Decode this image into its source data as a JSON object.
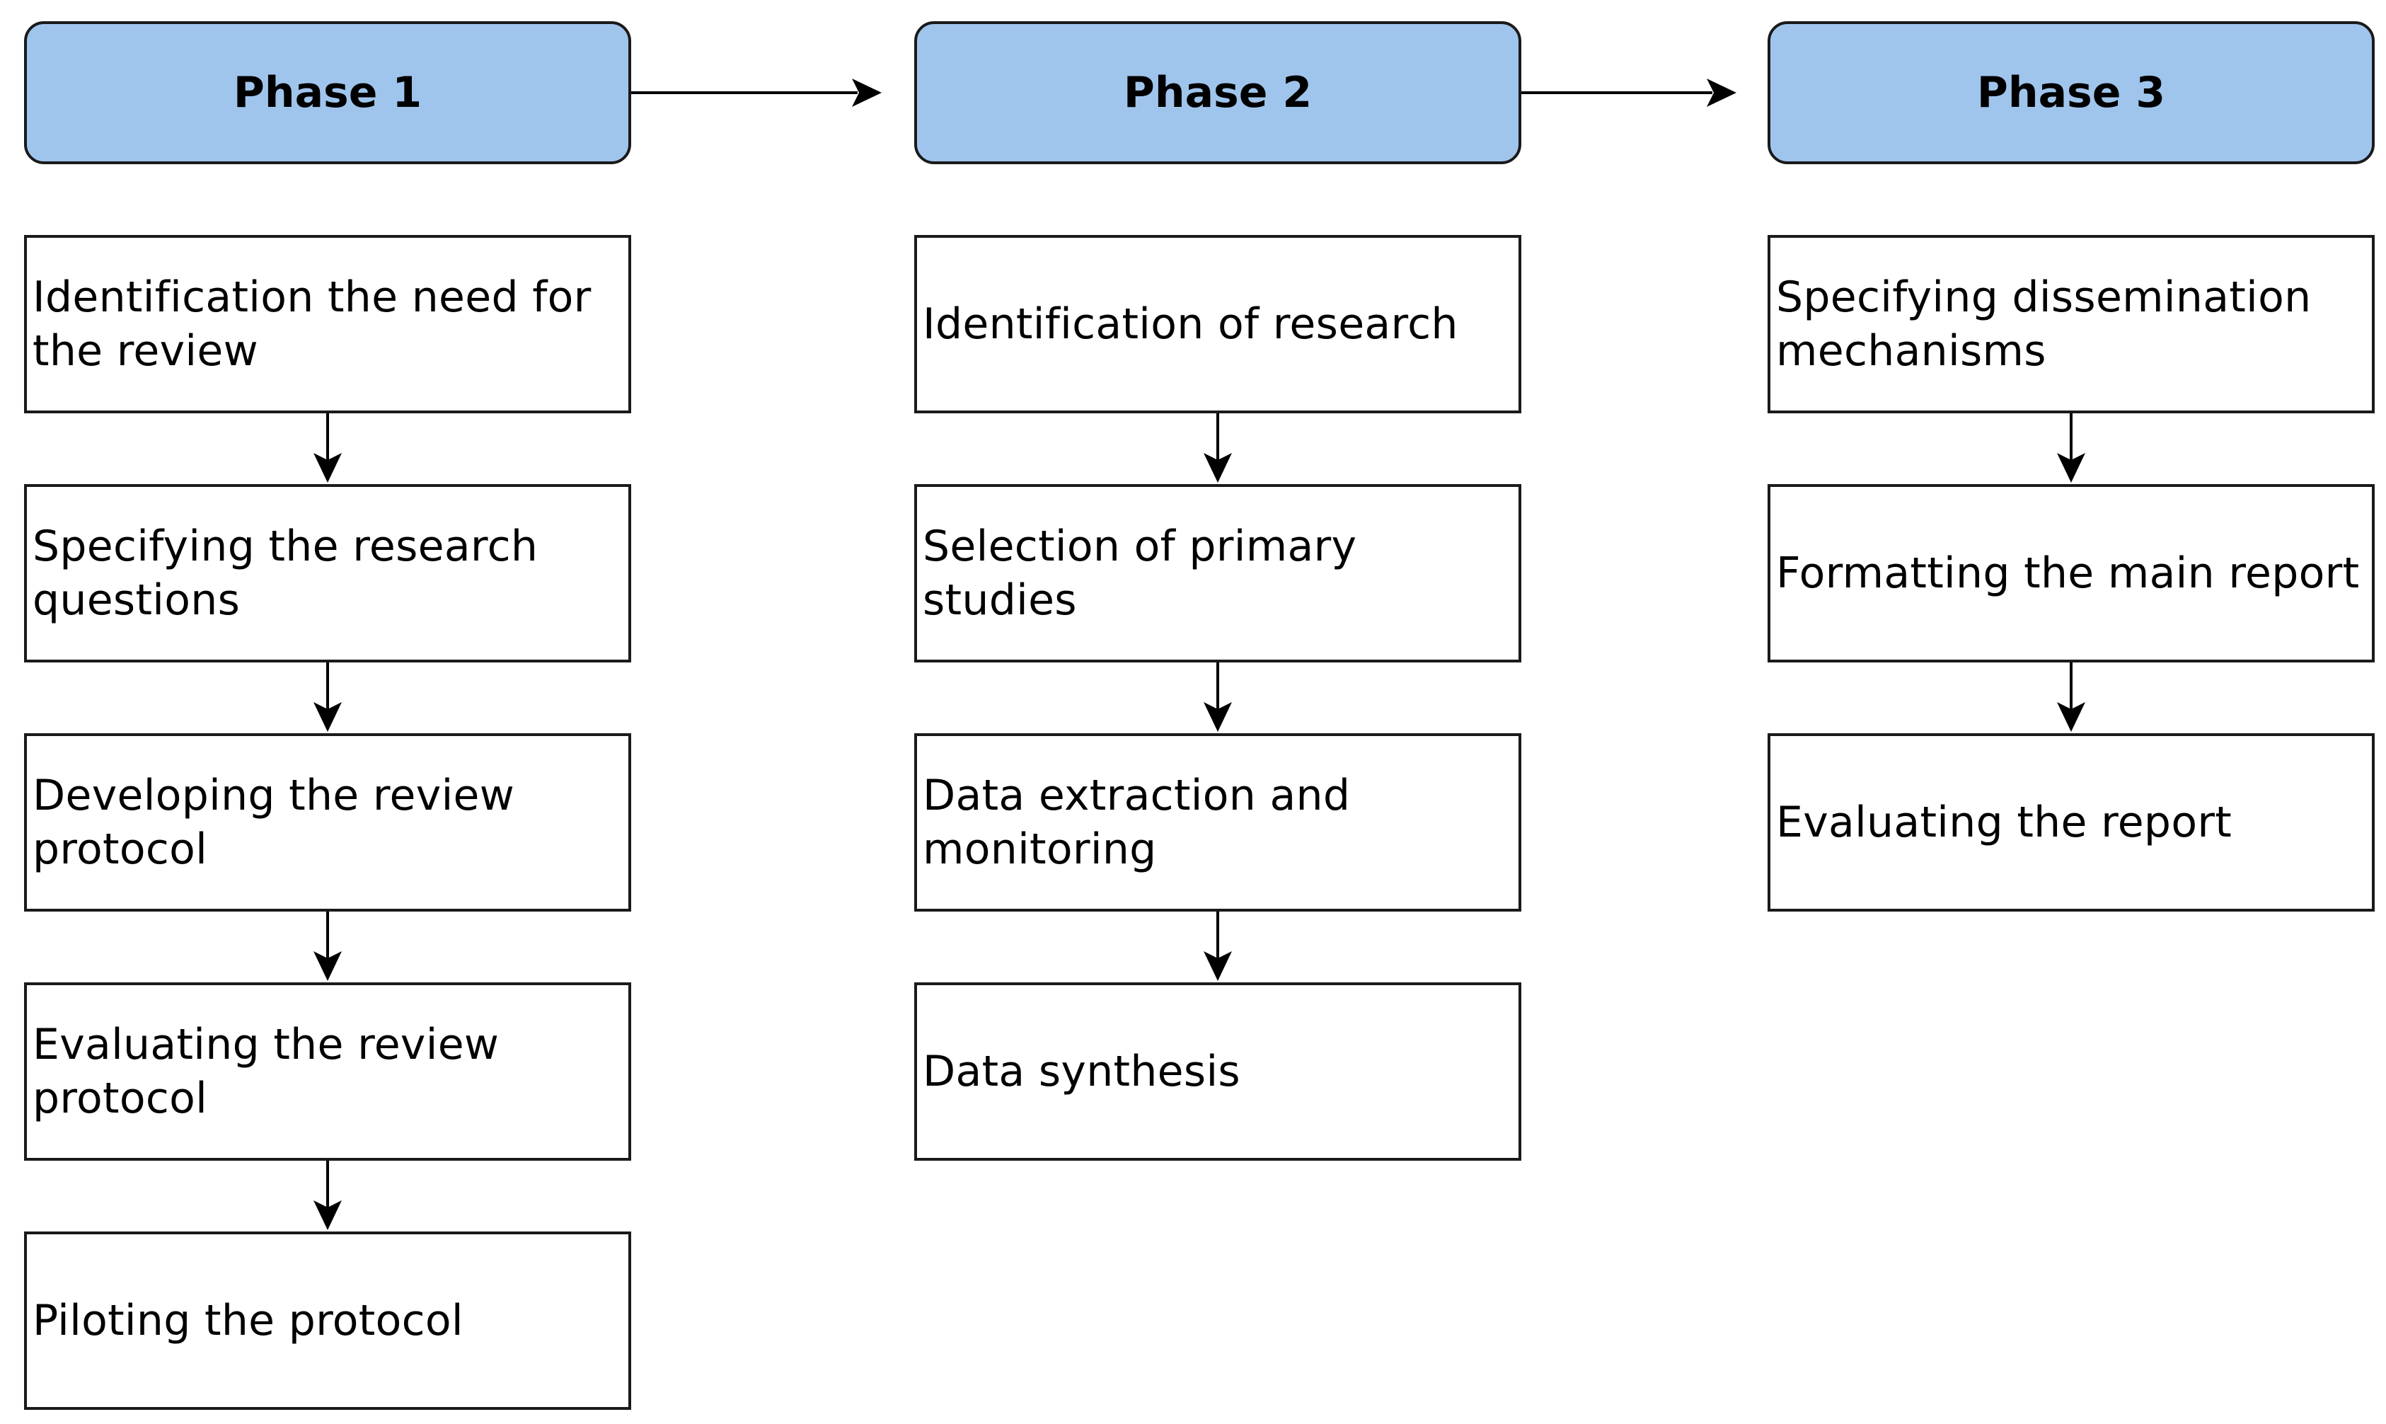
{
  "phases": [
    {
      "title": "Phase 1",
      "steps": [
        "Identification the need for the review",
        "Specifying the research questions",
        "Developing the review protocol",
        "Evaluating the review protocol",
        "Piloting the protocol"
      ]
    },
    {
      "title": "Phase 2",
      "steps": [
        "Identification of research",
        "Selection of primary studies",
        "Data extraction and monitoring",
        "Data synthesis"
      ]
    },
    {
      "title": "Phase 3",
      "steps": [
        "Specifying dissemination mechanisms",
        "Formatting the main report",
        "Evaluating the report"
      ]
    }
  ],
  "colors": {
    "header_fill": "#a0c5ed",
    "stroke": "#1a1a1a",
    "box_fill": "#ffffff"
  }
}
